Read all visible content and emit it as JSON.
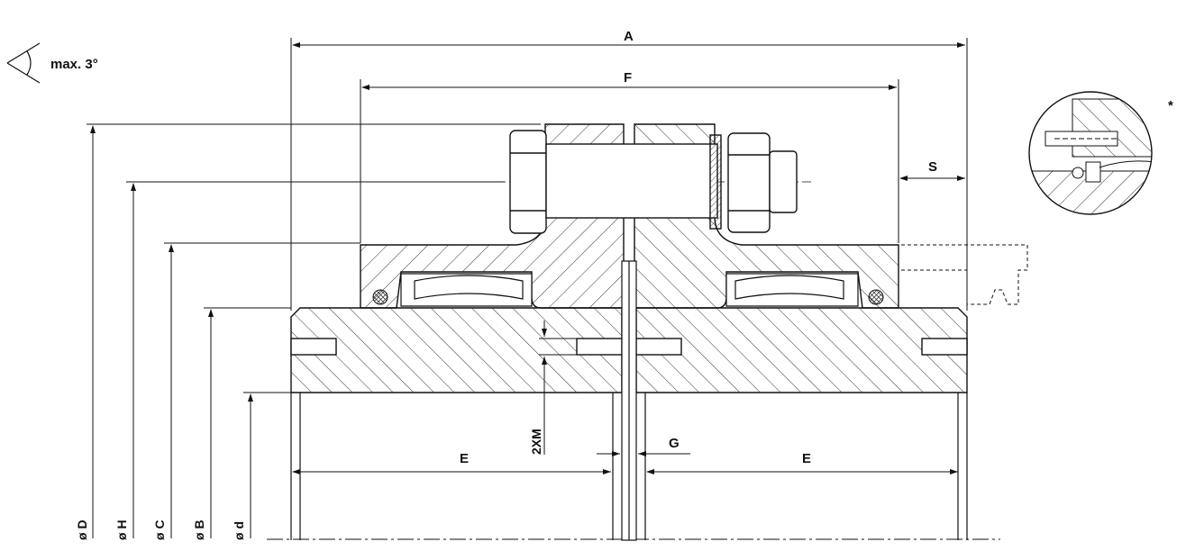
{
  "angle_note": "max. 3°",
  "detail_marker": "*",
  "dimensions": {
    "A": "A",
    "F": "F",
    "S": "S",
    "G": "G",
    "E_left": "E",
    "E_right": "E",
    "two_xm": "2XM"
  },
  "diameters": {
    "D": "ø D",
    "H": "ø H",
    "C": "ø C",
    "B": "ø B",
    "d": "ø d"
  },
  "colors": {
    "line": "#1a1a1a",
    "hatch": "#333333",
    "background": "#ffffff"
  }
}
